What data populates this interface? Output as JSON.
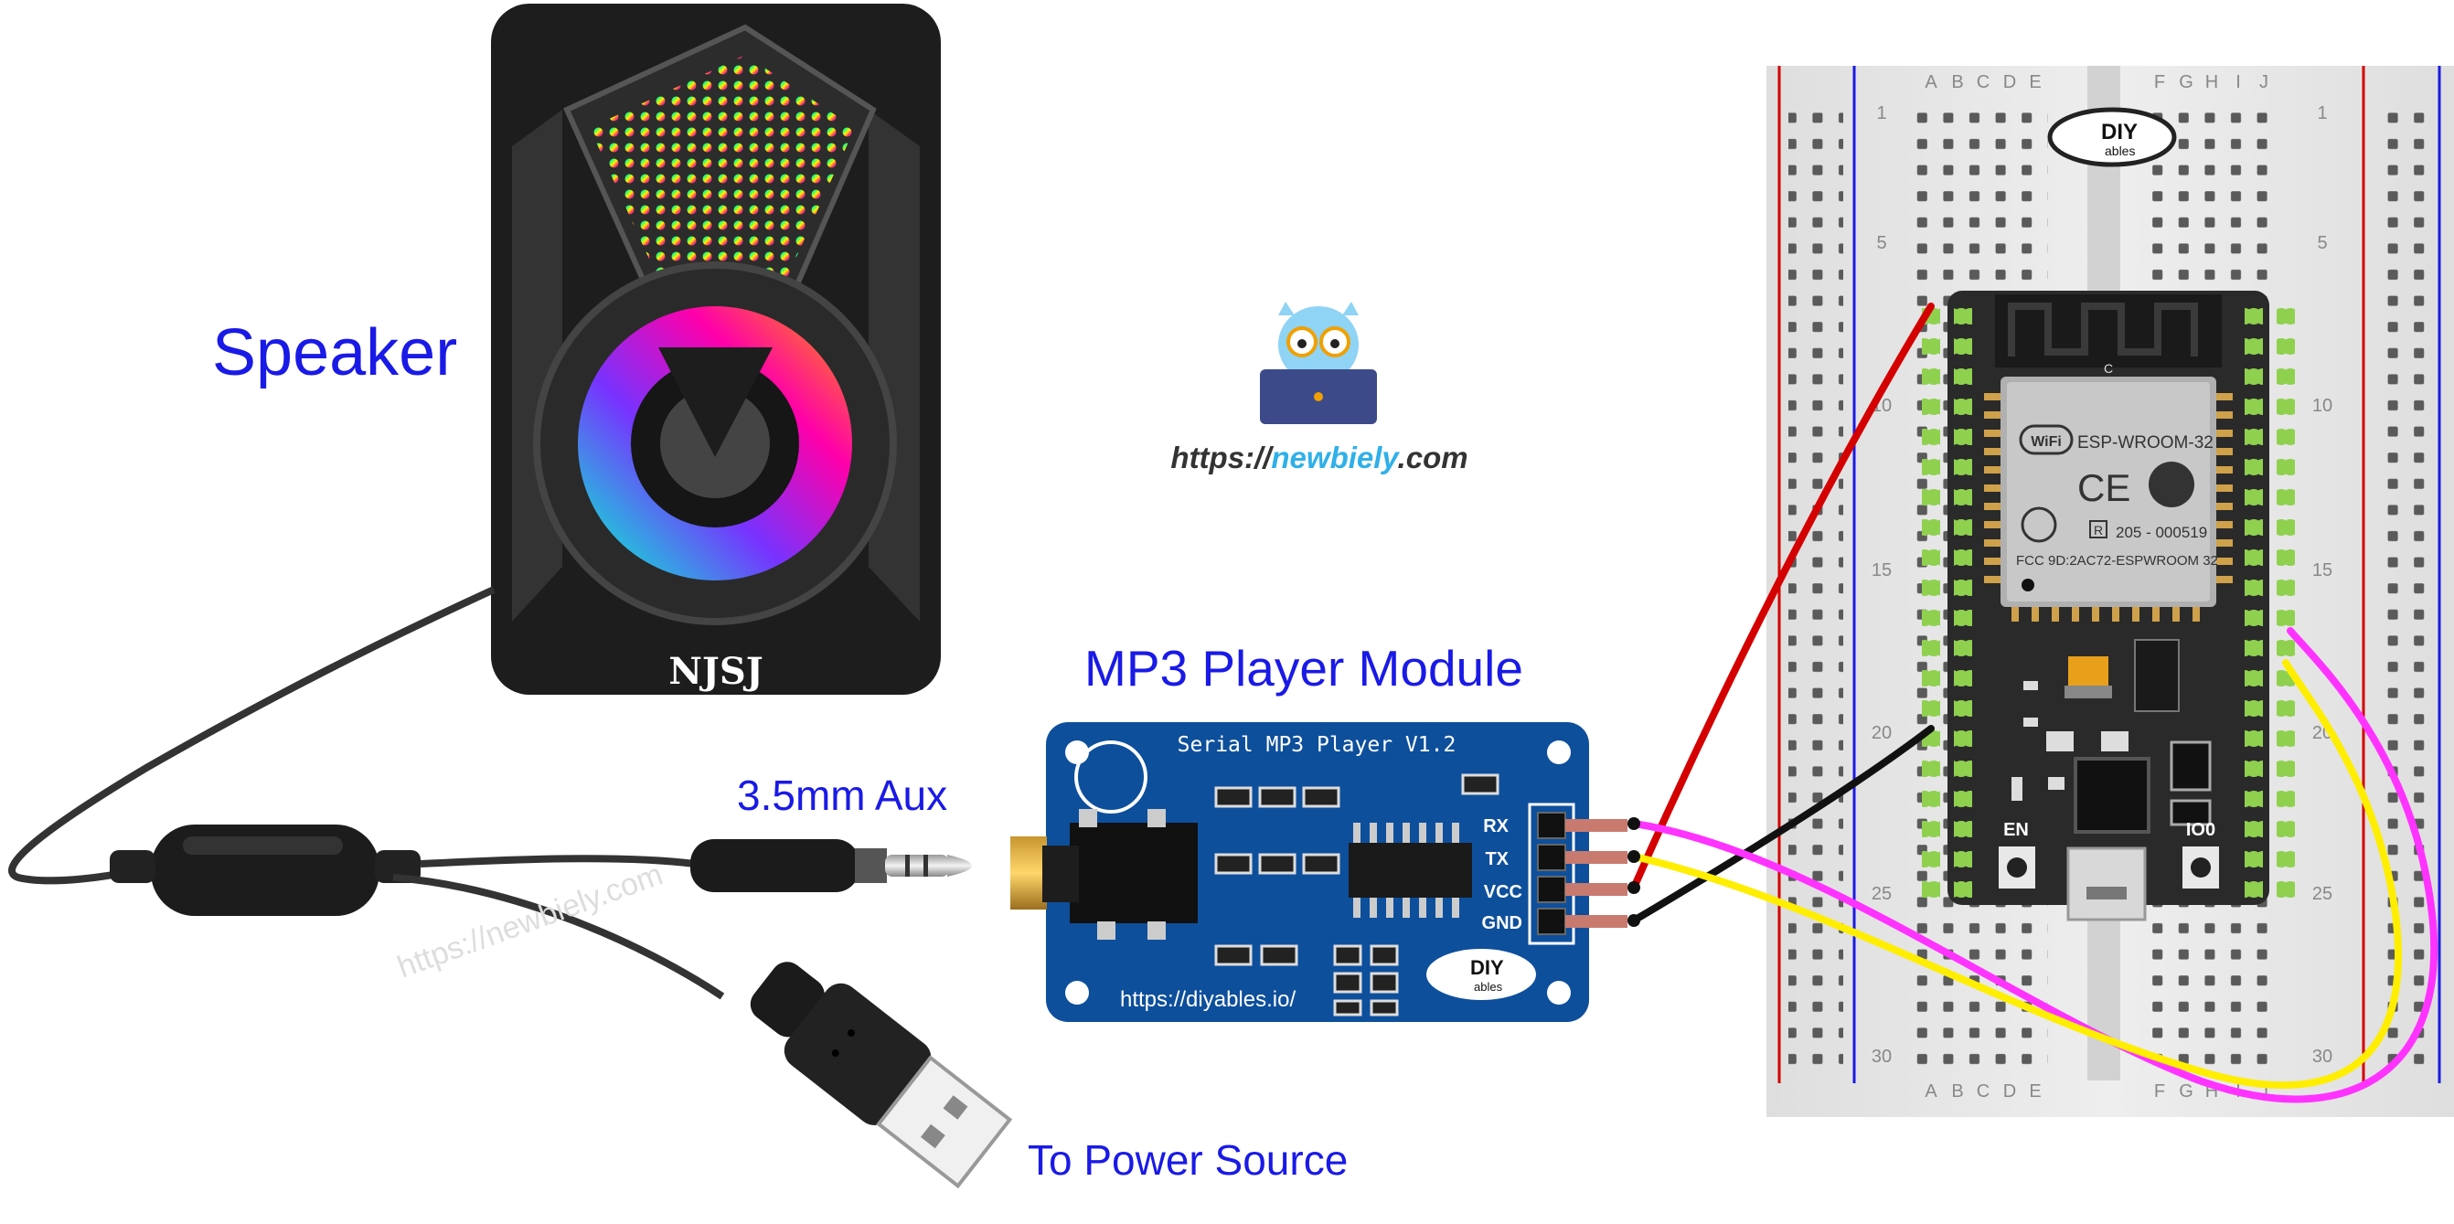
{
  "labels": {
    "speaker": "Speaker",
    "module": "MP3 Player Module",
    "aux": "3.5mm Aux",
    "power": "To Power Source"
  },
  "speaker_brand": "NJSJ",
  "site": {
    "prefix": "https://",
    "name": "newbiely",
    "suffix": ".com"
  },
  "watermark": "https://newbiely.com",
  "module": {
    "title": "Serial MP3 Player V1.2",
    "url": "https://diyables.io/",
    "pins": [
      "RX",
      "TX",
      "VCC",
      "GND"
    ]
  },
  "board": {
    "module_name": "ESP-WROOM-32",
    "cert": "205 - 000519",
    "fcc": "FCC 9D:2AC72-ESPWROOM 32",
    "btn_en": "EN",
    "btn_io0": "IO0",
    "wifi": "WiFi",
    "ce": "CE",
    "r": "R",
    "c": "C"
  },
  "breadboard": {
    "columns_left": [
      "A",
      "B",
      "C",
      "D",
      "E"
    ],
    "columns_right": [
      "F",
      "G",
      "H",
      "I",
      "J"
    ],
    "row_labels": [
      "1",
      "5",
      "10",
      "15",
      "20",
      "25",
      "30"
    ]
  },
  "logo": {
    "brand": "DIY",
    "sub": "ables"
  },
  "colors": {
    "label_blue": "#1a1ae6",
    "wire_red": "#d40000",
    "wire_black": "#111111",
    "wire_magenta": "#ff33ff",
    "wire_yellow": "#ffee00",
    "pcb_blue": "#0e4f9c",
    "esp_board": "#2a2a2a",
    "breadboard": "#e8e8e8"
  }
}
